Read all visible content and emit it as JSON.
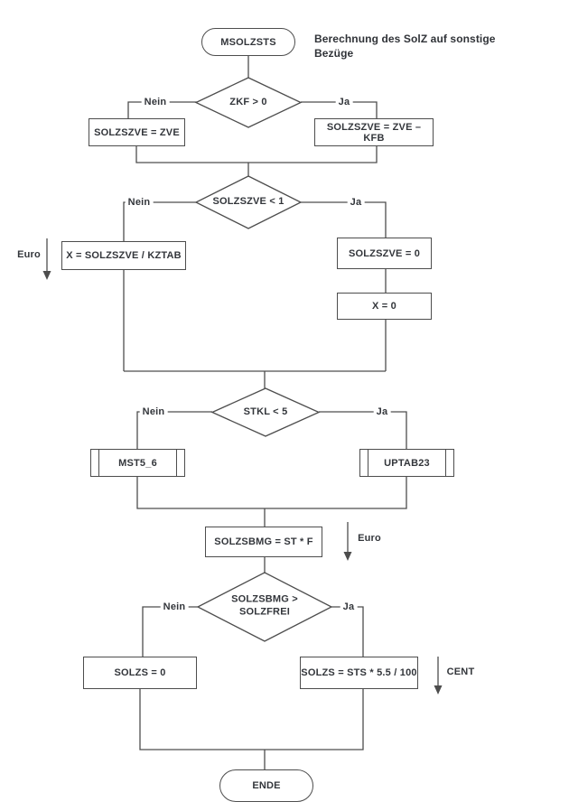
{
  "header": {
    "note": "Berechnung des SolZ auf sonstige Bezüge"
  },
  "flowchart": {
    "start": {
      "label": "MSOLZSTS"
    },
    "end": {
      "label": "ENDE"
    },
    "decisions": {
      "zkf": {
        "label": "ZKF > 0"
      },
      "solzszve_lt_1": {
        "label": "SOLZSZVE < 1"
      },
      "stkl": {
        "label": "STKL < 5"
      },
      "solzsbmg": {
        "label": "SOLZSBMG > SOLZFREI"
      }
    },
    "processes": {
      "solzszve_zve": "SOLZSZVE = ZVE",
      "solzszve_zve_kfb": "SOLZSZVE = ZVE – KFB",
      "x_kztab": "X = SOLZSZVE / KZTAB",
      "solzszve_0": "SOLZSZVE = 0",
      "x_0": "X = 0",
      "mst5_6": "MST5_6",
      "uptab23": "UPTAB23",
      "solzsbmg_st_f": "SOLZSBMG = ST * F",
      "solzs_0": "SOLZS = 0",
      "solzs_formula": "SOLZS = STS * 5.5 / 100"
    },
    "branch_labels": {
      "no": "Nein",
      "yes": "Ja"
    },
    "unit_labels": {
      "euro": "Euro",
      "cent": "CENT"
    }
  },
  "colors": {
    "line": "#4d4d4d",
    "text": "#33363b",
    "background": "#ffffff"
  }
}
